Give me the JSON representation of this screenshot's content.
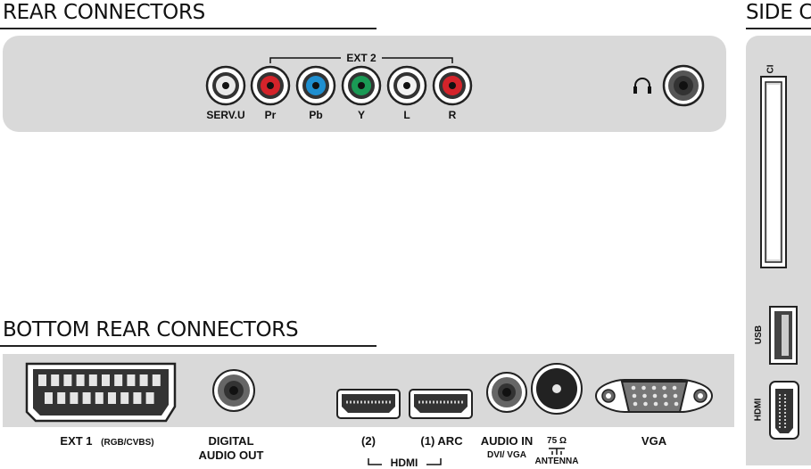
{
  "sections": {
    "rear": "REAR CONNECTORS",
    "bottom": "BOTTOM REAR CONNECTORS",
    "side": "SIDE CO"
  },
  "rear": {
    "ext2_label": "EXT 2",
    "connectors": [
      "SERV.U",
      "Pr",
      "Pb",
      "Y",
      "L",
      "R"
    ],
    "connector_colors": [
      "#e8e8e8",
      "#d4232a",
      "#1f8fd0",
      "#1a9a55",
      "#f2f2f2",
      "#d4232a"
    ],
    "headphone_icon": "headphone-icon"
  },
  "bottom": {
    "ext1": "EXT 1",
    "ext1_sub": "(RGB/CVBS)",
    "digital_audio_1": "DIGITAL",
    "digital_audio_2": "AUDIO OUT",
    "hdmi2": "(2)",
    "hdmi1": "(1) ARC",
    "hdmi_group": "HDMI",
    "audio_in": "AUDIO IN",
    "audio_in_sub": "DVI/ VGA",
    "antenna_ohm": "75 Ω",
    "antenna": "ANTENNA",
    "vga": "VGA"
  },
  "side": {
    "ci": "CI",
    "usb": "USB",
    "hdmi": "HDMI"
  }
}
